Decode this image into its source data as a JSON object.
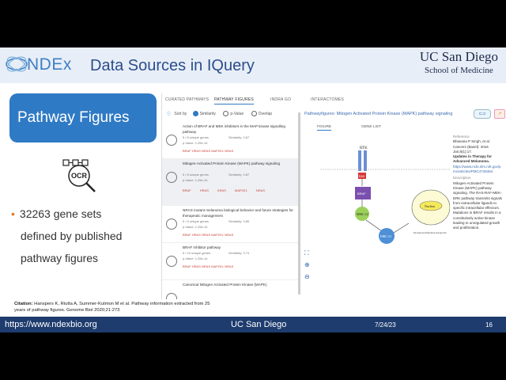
{
  "header": {
    "logo_text": "NDEx",
    "title": "Data Sources in IQuery",
    "org_line1": "UC San Diego",
    "org_line2": "School of Medicine"
  },
  "left": {
    "box_label": "Pathway Figures",
    "ocr_label": "OCR",
    "bullet": [
      "32263 gene sets",
      "defined by published",
      "pathway figures"
    ]
  },
  "app": {
    "tabs": [
      "CURATED PATHWAYS",
      "PATHWAY FIGURES",
      "INDRA GO",
      "INTERACTOMES"
    ],
    "sort_label": "Sort by",
    "sort_options": [
      "Similarity",
      "p-Value",
      "Overlap"
    ],
    "results": [
      {
        "title": "Action of BRAF and MEK inhibitors in the MAP kinase signalling pathway",
        "count": "5 / 8 unique genes",
        "similarity": "Similarity: 0.87",
        "pvalue": "p-Value: 1.25e-14",
        "genes": "BRAF HRAS NRAS MAP2K1 NRAS"
      },
      {
        "title": "Mitogen-Activated Protein Kinase (MAPK) pathway signaling",
        "count": "5 / 8 unique genes",
        "similarity": "Similarity: 0.87",
        "pvalue": "p-Value: 1.25e-14",
        "genes": "BRAF   HRAS   KRAS   MAP2K1   NRAS"
      },
      {
        "title": "NRAS mutant melanoma biological behavior and future strategies for therapeutic management",
        "count": "5 / 9 unique genes",
        "similarity": "Similarity: 0.80",
        "pvalue": "p-Value: 1.25e-14",
        "genes": "BRAF HRAS NRAS MAP2K1 NRAS"
      },
      {
        "title": "BRAF inhibitor pathway",
        "count": "5 / 10 unique genes",
        "similarity": "Similarity: 0.74",
        "pvalue": "p-Value: 1.25e-14",
        "genes": "BRAF HRAS NRAS MAP2K1 NRAS"
      },
      {
        "title": "Canonical Mitogen Activated Protein Kinase (MAPK)",
        "count": "",
        "similarity": "",
        "pvalue": "",
        "genes": ""
      }
    ],
    "detail_header": "Pathwayfigures: Mitogen Activated Protein Kinase (MAPK) pathway signaling",
    "detail_tabs": [
      "FIGURE",
      "GENE LIST"
    ],
    "figure_labels": {
      "rtk": "RTK",
      "ras": "RAS",
      "braf": "BRAF",
      "mek": "MEK 1/2",
      "erk": "ERK 1/2",
      "nucleus": "Nucleus",
      "outcome": "Increased proliferation and growth"
    },
    "side": {
      "ref_label": "Reference",
      "ref_text": "Bhavana P Singh, et al. Cancers (Basel). 2016 Jan;8(1):17.",
      "ref_title": "Updates in Therapy for Advanced Melanoma.",
      "ref_link": "https://www.ncbi.nlm.nih.gov/pmc/articles/PMC4728464",
      "desc_label": "Description",
      "desc_text": "Mitogen-Activated Protein Kinase (MAPK) pathway signaling. The RAS-RAF-MEK-ERK pathway transmits signals from extracellular ligands to specific intracellular effectors. Mutations in BRAF results in a constitutively active kinase leading to unregulated growth and proliferation."
    }
  },
  "citation": {
    "label": "Citation:",
    "text": "Hanspers K, Riutta A, Summer-Kutmon M et al. Pathway information extracted from 25 years of pathway figures. Genome Biol 2020;21:273"
  },
  "footer": {
    "url": "https://www.ndexbio.org",
    "org": "UC San Diego",
    "date": "7/24/23",
    "page": "16"
  },
  "colors": {
    "brand": "#2f7ac4",
    "footer": "#1e3c6e",
    "gene_red": "#c9423a",
    "accent_orange": "#e07a2a"
  }
}
